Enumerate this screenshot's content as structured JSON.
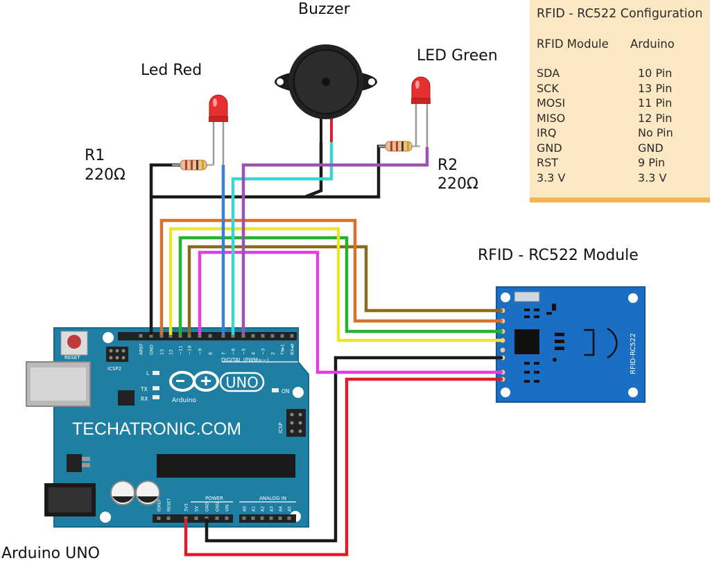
{
  "labels": {
    "buzzer": "Buzzer",
    "led_red": "Led Red",
    "led_green": "LED Green",
    "r1_name": "R1",
    "r1_value": "220Ω",
    "r2_name": "R2",
    "r2_value": "220Ω",
    "rfid_module": "RFID - RC522 Module",
    "arduino_uno": "Arduino UNO"
  },
  "config": {
    "title": "RFID - RC522 Configuration",
    "col_module": "RFID Module",
    "col_arduino": "Arduino",
    "rows": [
      {
        "module": "SDA",
        "arduino": "10 Pin"
      },
      {
        "module": "SCK",
        "arduino": "13 Pin"
      },
      {
        "module": "MOSI",
        "arduino": "11 Pin"
      },
      {
        "module": "MISO",
        "arduino": "12 Pin"
      },
      {
        "module": "IRQ",
        "arduino": "No Pin"
      },
      {
        "module": "GND",
        "arduino": "GND"
      },
      {
        "module": "RST",
        "arduino": "9 Pin"
      },
      {
        "module": "3.3 V",
        "arduino": "3.3 V"
      }
    ]
  },
  "board": {
    "website": "TECHATRONIC.COM",
    "uno": "UNO",
    "brand": "Arduino",
    "reset": "RESET",
    "icsp2": "ICSP2",
    "icsp": "ICSP",
    "digital": "DIGITAL (PWM=~)",
    "power": "POWER",
    "analog": "ANALOG IN",
    "on": "ON",
    "l": "L",
    "tx": "TX",
    "rx": "RX",
    "digital_pins": [
      "AREF",
      "GND",
      "13",
      "12",
      "~11",
      "~10",
      "~9",
      "8",
      "7",
      "~6",
      "~5",
      "4",
      "~3",
      "2",
      "TX▸1",
      "RX◂0"
    ],
    "power_pins": [
      "IOREF",
      "RESET",
      "3V3",
      "5V",
      "GND",
      "GND",
      "VIN"
    ],
    "analog_pins": [
      "A0",
      "A1",
      "A2",
      "A3",
      "A4",
      "A5"
    ]
  },
  "rfid": {
    "label": "RFID-RC522"
  },
  "colors": {
    "board": "#1f7fa3",
    "rfid_board": "#1a6fc4",
    "orange": "#d5722c",
    "yellow": "#e8e829",
    "green": "#21b32b",
    "olive": "#8a6a1f",
    "magenta": "#e040e0",
    "purple": "#9b52b0",
    "cyan": "#3ed3d3",
    "blue": "#3a7fd0",
    "red": "#d8202a",
    "black": "#1a1a1a"
  }
}
